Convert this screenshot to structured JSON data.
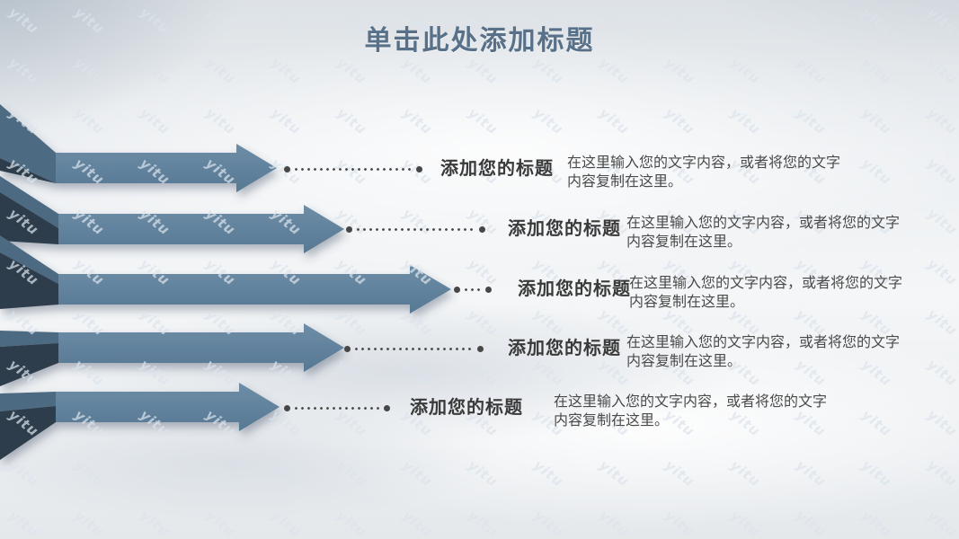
{
  "title": "单击此处添加标题",
  "watermark": "yitu",
  "rows": [
    {
      "heading": "添加您的标题",
      "body_line1": "在这里输入您的文字内容，或者将您的文字",
      "body_line2": "内容复制在这里。"
    },
    {
      "heading": "添加您的标题",
      "body_line1": "在这里输入您的文字内容，或者将您的文字",
      "body_line2": "内容复制在这里。"
    },
    {
      "heading": "添加您的标题",
      "body_line1": "在这里输入您的文字内容，或者将您的文字",
      "body_line2": "内容复制在这里。"
    },
    {
      "heading": "添加您的标题",
      "body_line1": "在这里输入您的文字内容，或者将您的文字",
      "body_line2": "内容复制在这里。"
    },
    {
      "heading": "添加您的标题",
      "body_line1": "在这里输入您的文字内容，或者将您的文字",
      "body_line2": "内容复制在这里。"
    }
  ],
  "colors": {
    "shaft": "#5e7d99",
    "shaft_light": "#6e8da7",
    "shaft_deep": "#567893",
    "band": "#4d6a83",
    "band_dark": "#2e3d4c",
    "title": "#587189",
    "heading_text": "#3a3a3a",
    "body_text": "#4a4a4a",
    "dots": "#474747",
    "watermark": "rgba(219,227,235,0.72)"
  }
}
